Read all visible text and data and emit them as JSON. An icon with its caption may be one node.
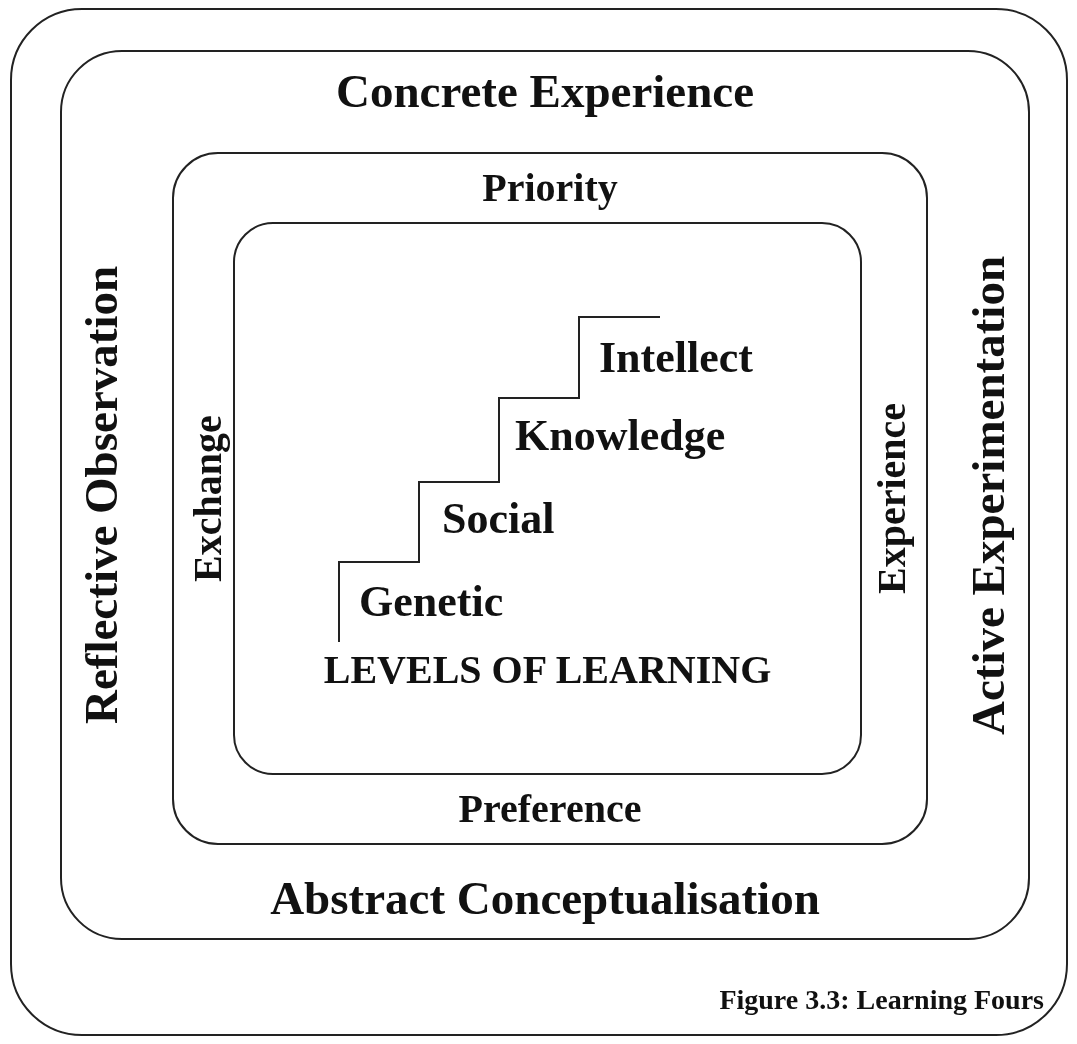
{
  "diagram": {
    "caption": "Figure 3.3: Learning Fours",
    "nodes": [
      {
        "text": [],
        "shape": "box"
      },
      {
        "text": [
          "Concrete Experience",
          "Reflective Observation",
          "Active Experimentation",
          "Abstract Conceptualisation"
        ],
        "in": 0
      },
      {
        "text": [
          "Priority",
          "Exchange",
          "Experience",
          "Preference"
        ],
        "in": 1
      },
      {
        "text": [
          "LEVELS OF LEARNING"
        ],
        "in": 2
      }
    ],
    "labels": [
      "Intellect",
      "Knowledge",
      "Social",
      "Genetic"
    ]
  }
}
